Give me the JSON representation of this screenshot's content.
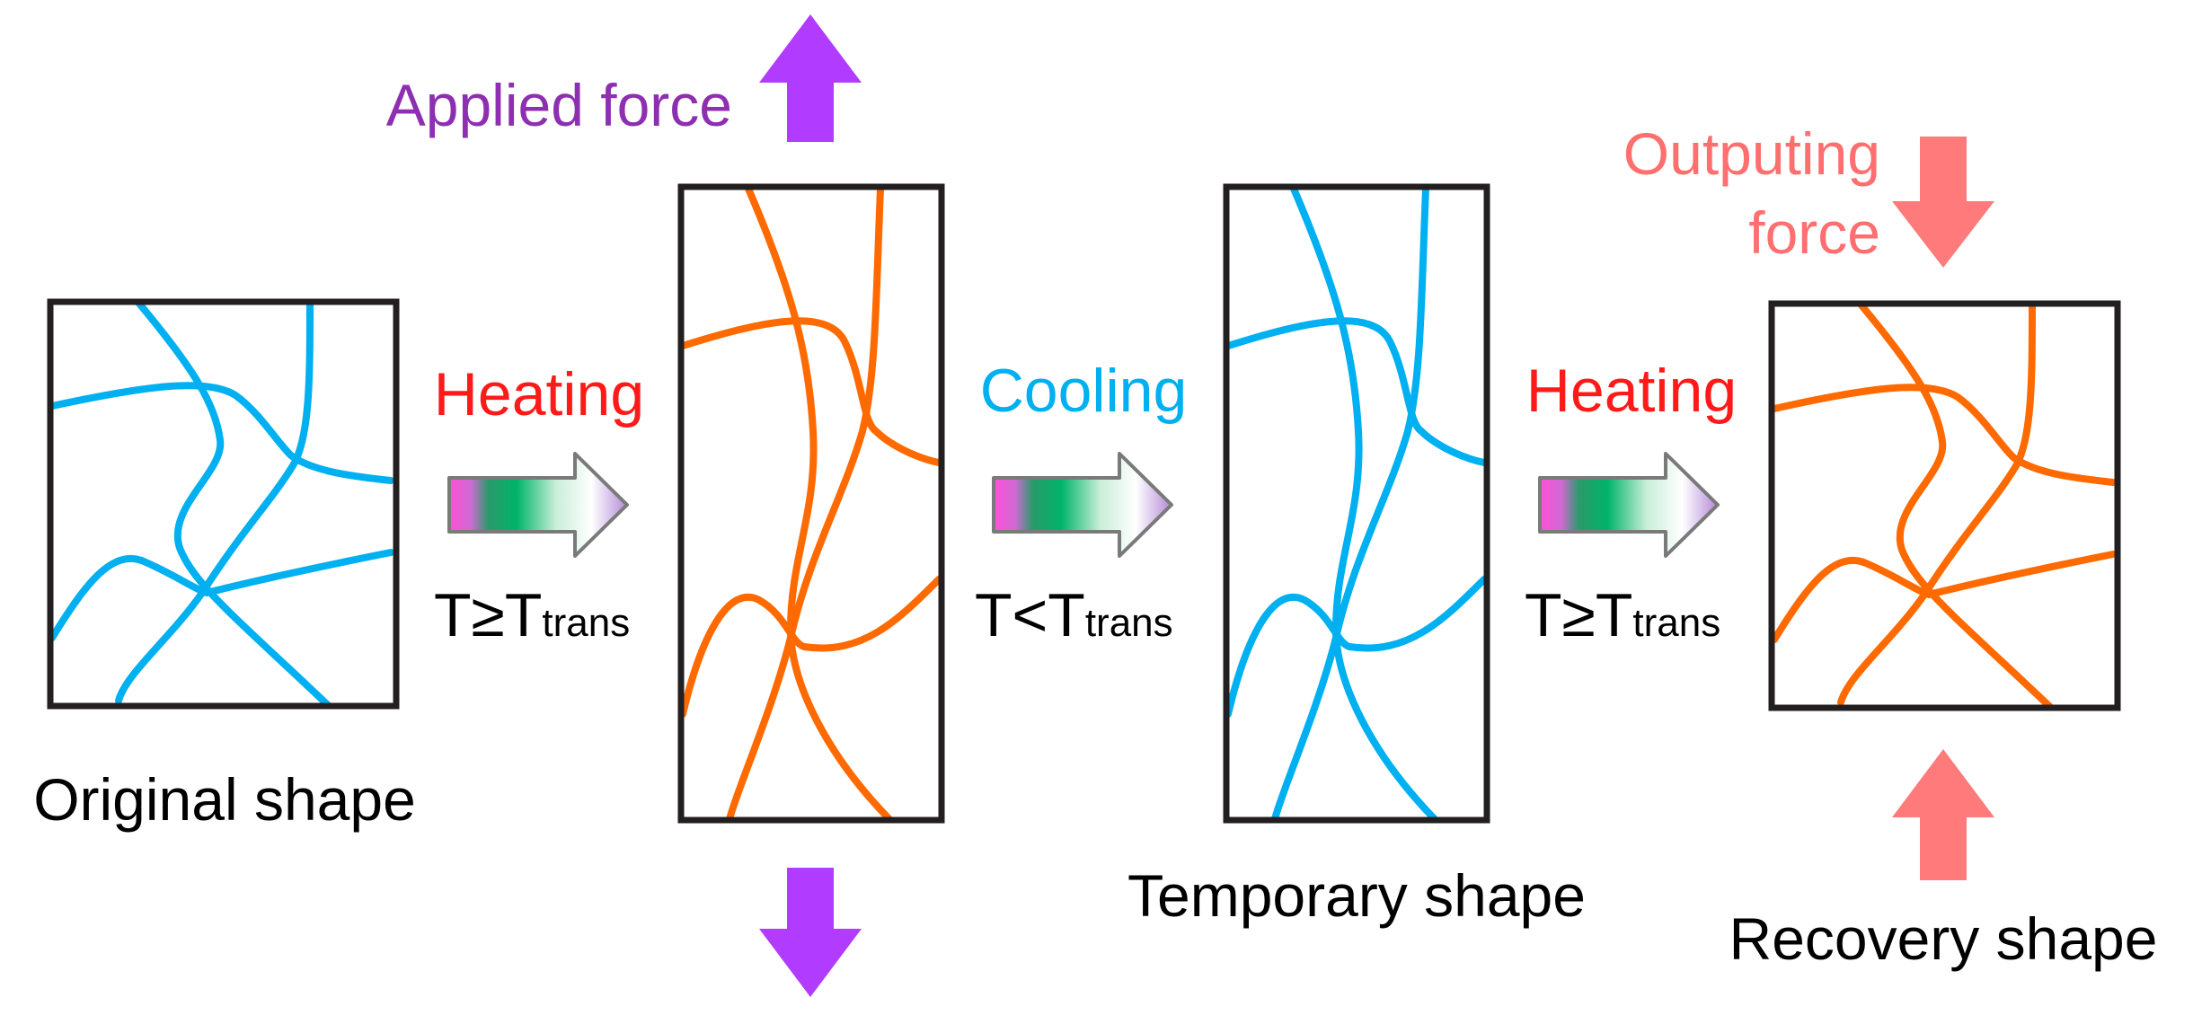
{
  "labels": {
    "applied_force": "Applied force",
    "outputing_force_line1": "Outputing",
    "outputing_force_line2": "force",
    "step1_action": "Heating",
    "step2_action": "Cooling",
    "step3_action": "Heating",
    "cond_T": "T",
    "cond_ge": "≥",
    "cond_lt": "<",
    "cond_sub": "trans",
    "original_shape": "Original shape",
    "temporary_shape": "Temporary shape",
    "recovery_shape": "Recovery shape"
  },
  "colors": {
    "frame": "#231f20",
    "chain_cold": "#00b0f0",
    "chain_hot": "#ff6a00",
    "applied_force": "#8d2fb0",
    "applied_arrow": "#b13cff",
    "outputing_force": "#ff6f6f",
    "outputing_arrow": "#ff7b7b",
    "heating": "#ff1a1a",
    "cooling": "#00b0f0",
    "text": "#000000"
  },
  "icons": {
    "process_arrow": "gradient-right-arrow-icon",
    "applied_force_arrows": "up-down-arrow-icon",
    "outputing_force_arrows": "inward-arrow-icon"
  }
}
